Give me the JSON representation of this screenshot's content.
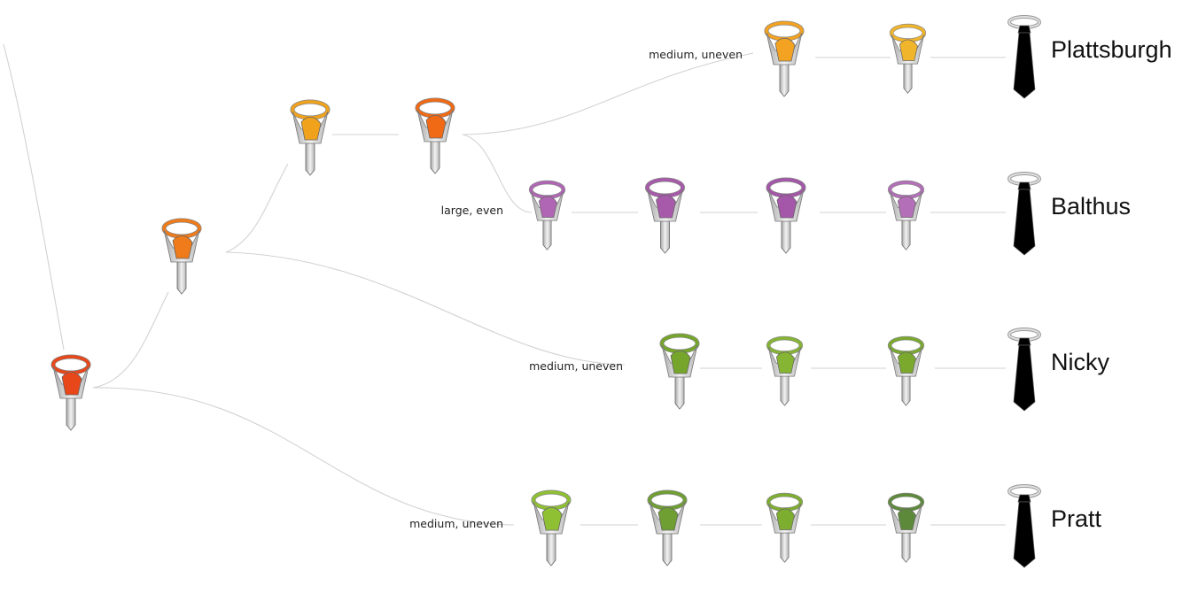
{
  "colors": {
    "orange_top": "#f4d23a",
    "orange_bottom": "#e22d10",
    "purple_top": "#d9a6dc",
    "purple_bottom": "#7b2a83",
    "green_top": "#a9d63a",
    "green_bottom": "#35461a",
    "blue_bottom": "#0f2f6b",
    "tie_back": "#d9d9d9",
    "connector": "#d2d2d2"
  },
  "branch_labels": [
    {
      "text": "medium, uneven"
    },
    {
      "text": "large, even"
    },
    {
      "text": "medium, uneven"
    },
    {
      "text": "medium, uneven"
    }
  ],
  "knots": [
    {
      "name": "Plattsburgh",
      "color": "orange",
      "steps": 3
    },
    {
      "name": "Balthus",
      "color": "purple",
      "steps": 5
    },
    {
      "name": "Nicky",
      "color": "green",
      "steps": 4
    },
    {
      "name": "Pratt",
      "color": "greenblue",
      "steps": 5
    }
  ],
  "icons": {
    "tie_step": "tie-step-icon",
    "finished_tie": "finished-tie-icon"
  }
}
